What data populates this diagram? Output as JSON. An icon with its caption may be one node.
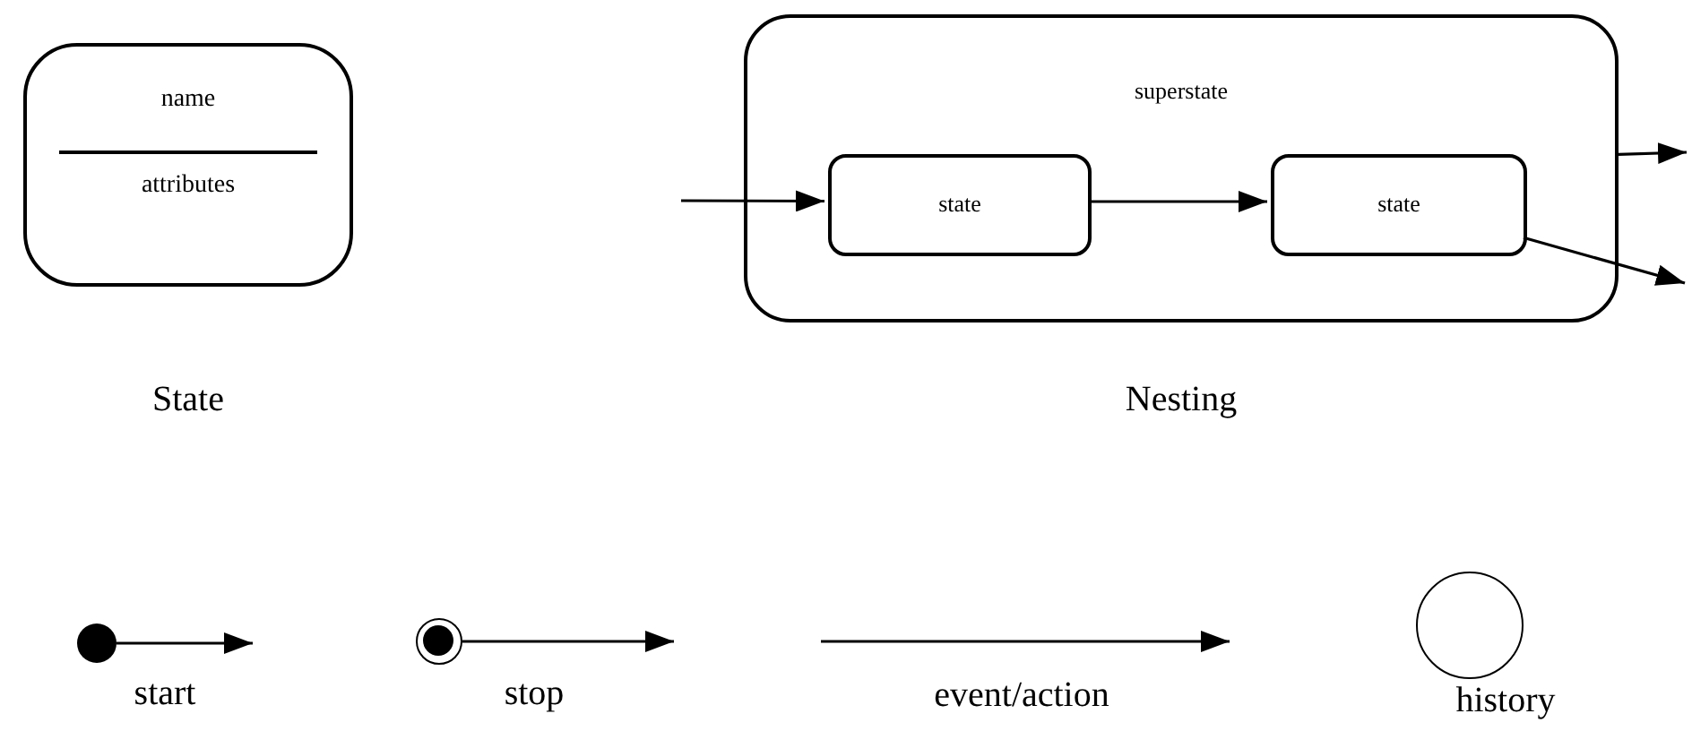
{
  "diagram": {
    "nodes": [
      {
        "text": [
          "name",
          "attributes"
        ]
      },
      {
        "text": [
          "superstate"
        ]
      },
      {
        "text": [
          "state"
        ],
        "in": 1
      },
      {
        "text": [
          "state"
        ],
        "in": 1
      },
      {
        "text": [],
        "shape": "circle",
        "beside": [
          "start"
        ]
      },
      {
        "text": [],
        "shape": "circle",
        "beside": [
          "stop"
        ]
      },
      {
        "text": [],
        "shape": "circle",
        "beside": [
          "history"
        ]
      }
    ],
    "edges": [
      {
        "from": null,
        "to": 2,
        "arrow": "to"
      },
      {
        "from": 2,
        "to": 3,
        "arrow": "to"
      },
      {
        "from": 1,
        "to": null,
        "arrow": "to"
      },
      {
        "from": 3,
        "to": null,
        "arrow": "to"
      },
      {
        "from": 4,
        "to": null,
        "arrow": "to"
      },
      {
        "from": 5,
        "to": null,
        "arrow": "to"
      }
    ],
    "labels": [
      "State",
      "Nesting",
      "event/action"
    ]
  }
}
